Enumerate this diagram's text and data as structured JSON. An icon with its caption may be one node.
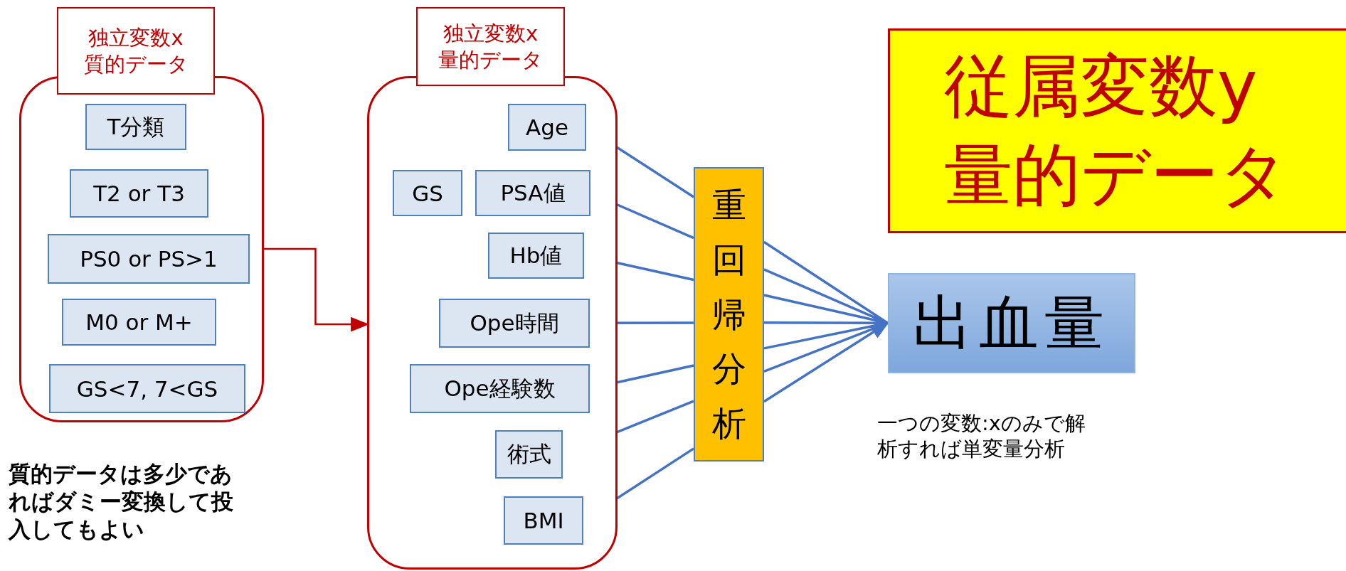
{
  "diagram": {
    "nodes": [
      {
        "text": [
          "独立変数x質的データ"
        ]
      },
      {
        "text": [
          "T分類"
        ],
        "in": 0
      },
      {
        "text": [
          "T2 or T3"
        ],
        "in": 0
      },
      {
        "text": [
          "PS0 or PS>1"
        ],
        "in": 0
      },
      {
        "text": [
          "M0 or M+"
        ],
        "in": 0
      },
      {
        "text": [
          "GS<7, 7<GS"
        ],
        "in": 0
      },
      {
        "text": [
          "独立変数x量的データ"
        ]
      },
      {
        "text": [
          "Age"
        ],
        "in": 6
      },
      {
        "text": [
          "GS"
        ],
        "in": 6
      },
      {
        "text": [
          "PSA値"
        ],
        "in": 6
      },
      {
        "text": [
          "Hb値"
        ],
        "in": 6
      },
      {
        "text": [
          "Ope時間"
        ],
        "in": 6
      },
      {
        "text": [
          "Ope経験数"
        ],
        "in": 6
      },
      {
        "text": [
          "術式"
        ],
        "in": 6
      },
      {
        "text": [
          "BMI"
        ],
        "in": 6
      },
      {
        "text": [
          "従属変数y量的データ"
        ]
      },
      {
        "text": [
          "重回帰分析"
        ]
      },
      {
        "text": [
          "出血量"
        ]
      }
    ],
    "edges": [
      {
        "from": 0,
        "to": 6,
        "arrow": "to",
        "color": "#c00000"
      },
      {
        "from": 7,
        "to": 16,
        "arrow": "none"
      },
      {
        "from": 9,
        "to": 16,
        "arrow": "none"
      },
      {
        "from": 10,
        "to": 16,
        "arrow": "none"
      },
      {
        "from": 11,
        "to": 16,
        "arrow": "none"
      },
      {
        "from": 12,
        "to": 16,
        "arrow": "none"
      },
      {
        "from": 13,
        "to": 16,
        "arrow": "none"
      },
      {
        "from": 14,
        "to": 16,
        "arrow": "none"
      },
      {
        "from": 16,
        "to": 17,
        "arrow": "to"
      }
    ],
    "labels": [
      "一つの変数:xのみで解析すれば単変量分析",
      "質的データは多少であればダミー変換して投入してもよい"
    ]
  }
}
